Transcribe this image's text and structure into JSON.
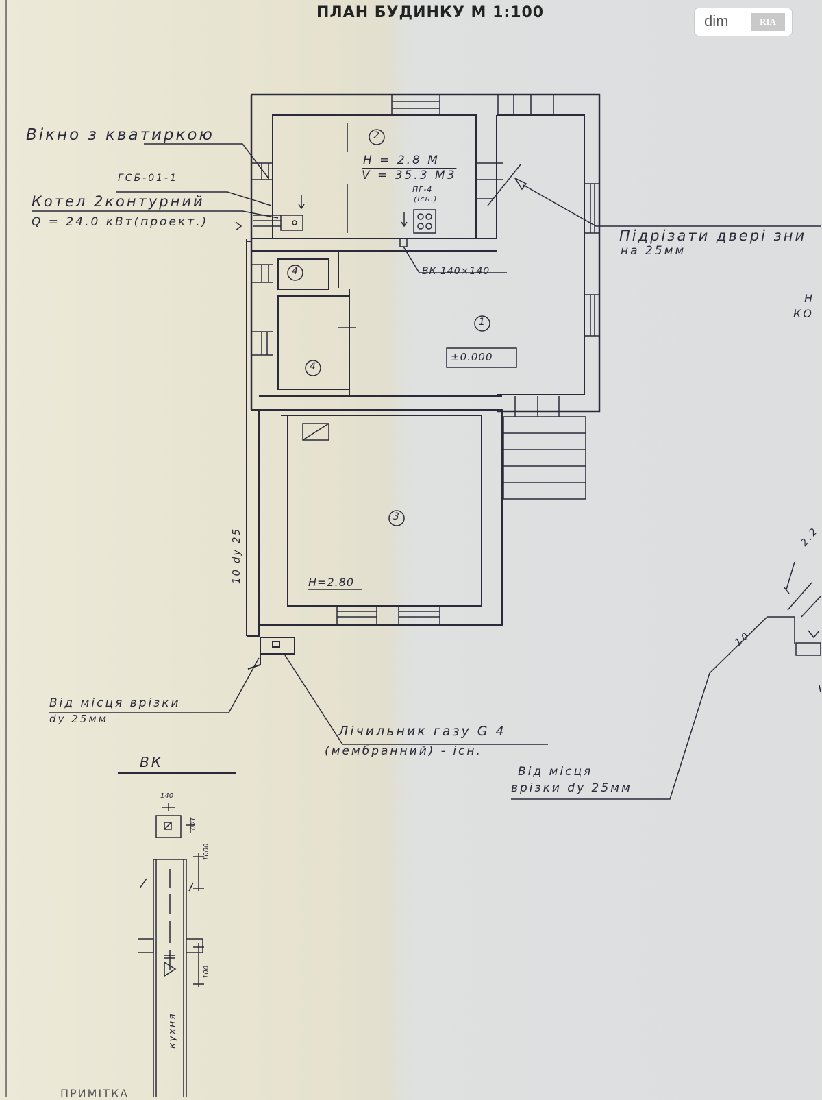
{
  "title": "ПЛАН БУДИНКУ   М 1:100",
  "logo": {
    "text": "dim",
    "badge": "RIA"
  },
  "labels": {
    "window": "Вікно з кватиркою",
    "gsb": "ГСБ-01-1",
    "boiler": "Котел 2контурний",
    "boiler_power": "Q = 24.0 кВт(проект.)",
    "room2_h": "H = 2.8 М",
    "room2_v": "V = 35.3 М3",
    "stove": "ПГ-4",
    "stove_note": "(існ.)",
    "cut_door": "Підрізати двері зни",
    "cut_door_2": "на 25мм",
    "vk_size": "ВК 140×140",
    "level": "±0.000",
    "room3_h": "Н=2.80",
    "pipe": "10   dy 25",
    "from_insert": "Від місця врізки",
    "from_insert_2": "dy 25мм",
    "meter": "Лічильник газу G 4",
    "meter_2": "(мембранний) - існ.",
    "from_insert_right": "Від місця",
    "from_insert_right_2": "врізки dy 25мм",
    "vk_title": "ВК",
    "kitchen": "кухня",
    "note": "ПРИМІТКА",
    "right_h": "Н",
    "right_ko": "КО",
    "right_dim": "2.2",
    "right_10": "10",
    "dim_140": "140",
    "dim_140v": "140",
    "dim_1000": "1000",
    "dim_100": "100"
  },
  "rooms": [
    "1",
    "2",
    "3",
    "4",
    "4"
  ],
  "colors": {
    "ink": "#2a2a3a",
    "paper_left": "#ece9d8",
    "paper_right": "#dcdedf"
  }
}
